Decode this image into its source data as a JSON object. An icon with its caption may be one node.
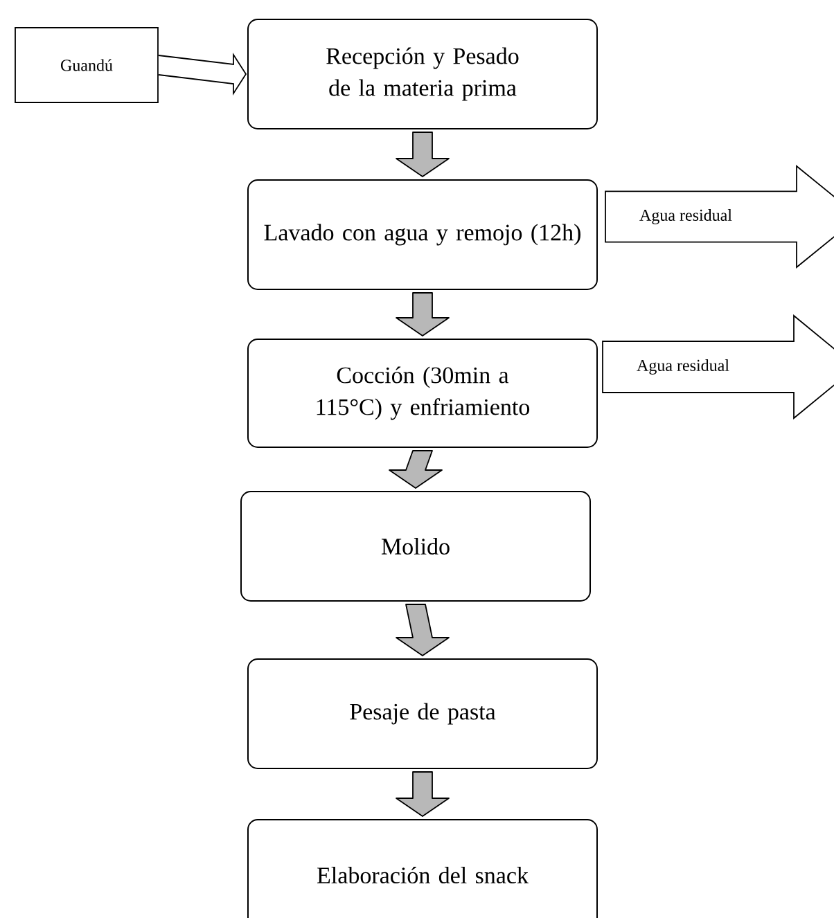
{
  "diagram": {
    "nodes": [
      {
        "text": [
          "Guandú"
        ]
      },
      {
        "text": [
          "Recepción y Pesado de la materia prima"
        ]
      },
      {
        "text": [
          "Lavado con agua y remojo (12h)"
        ]
      },
      {
        "text": [
          "Cocción (30min a 115°C) y enfriamiento"
        ]
      },
      {
        "text": [
          "Molido"
        ]
      },
      {
        "text": [
          "Pesaje de pasta"
        ]
      },
      {
        "text": [
          "Elaboración del snack"
        ]
      },
      {
        "text": [
          "Agua residual"
        ]
      },
      {
        "text": [
          "Agua residual"
        ]
      }
    ],
    "edges": [
      {
        "from": 0,
        "to": 1,
        "arrow": "to"
      },
      {
        "from": 1,
        "to": 2,
        "arrow": "to"
      },
      {
        "from": 2,
        "to": 3,
        "arrow": "to"
      },
      {
        "from": 3,
        "to": 4,
        "arrow": "to"
      },
      {
        "from": 4,
        "to": 5,
        "arrow": "to"
      },
      {
        "from": 5,
        "to": 6,
        "arrow": "to"
      }
    ]
  }
}
